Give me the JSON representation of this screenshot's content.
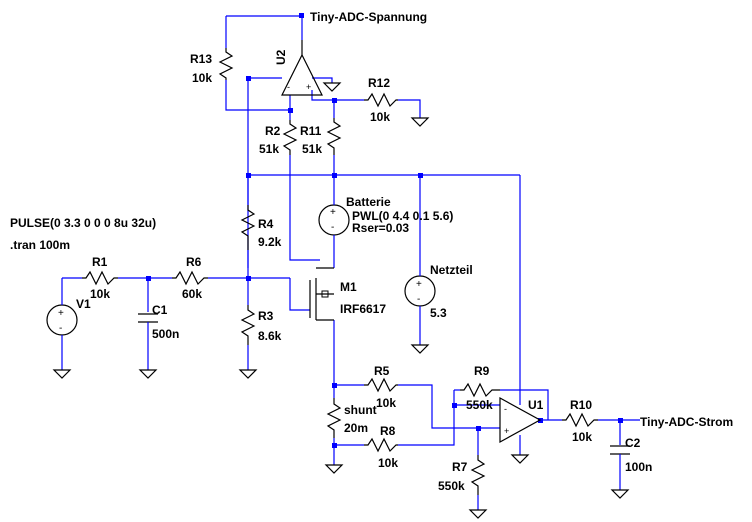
{
  "schematic": {
    "directives": {
      "pulse": "PULSE(0 3.3 0 0 0 8u 32u)",
      "tran": ".tran 100m"
    },
    "nets": {
      "adc_voltage": "Tiny-ADC-Spannung",
      "adc_current": "Tiny-ADC-Strom"
    },
    "components": {
      "r13": {
        "name": "R13",
        "value": "10k"
      },
      "u2": {
        "name": "U2"
      },
      "r12": {
        "name": "R12",
        "value": "10k"
      },
      "r2": {
        "name": "R2",
        "value": "51k"
      },
      "r11": {
        "name": "R11",
        "value": "51k"
      },
      "battery": {
        "name": "Batterie",
        "value": "PWL(0 4.4 0.1 5.6)",
        "extra": "Rser=0.03"
      },
      "r4": {
        "name": "R4",
        "value": "9.2k"
      },
      "r1": {
        "name": "R1",
        "value": "10k"
      },
      "r6": {
        "name": "R6",
        "value": "60k"
      },
      "v1": {
        "name": "V1"
      },
      "c1": {
        "name": "C1",
        "value": "500n"
      },
      "r3": {
        "name": "R3",
        "value": "8.6k"
      },
      "m1": {
        "name": "M1",
        "value": "IRF6617"
      },
      "netzteil": {
        "name": "Netzteil",
        "value": "5.3"
      },
      "r5": {
        "name": "R5",
        "value": "10k"
      },
      "r9": {
        "name": "R9",
        "value": "550k"
      },
      "u1": {
        "name": "U1"
      },
      "r10": {
        "name": "R10",
        "value": "10k"
      },
      "shunt": {
        "name": "shunt",
        "value": "20m"
      },
      "r8": {
        "name": "R8",
        "value": "10k"
      },
      "c2": {
        "name": "C2",
        "value": "100n"
      },
      "r7": {
        "name": "R7",
        "value": "550k"
      }
    },
    "colors": {
      "wire": "#0000ff",
      "component": "#000000",
      "background": "#ffffff"
    }
  }
}
